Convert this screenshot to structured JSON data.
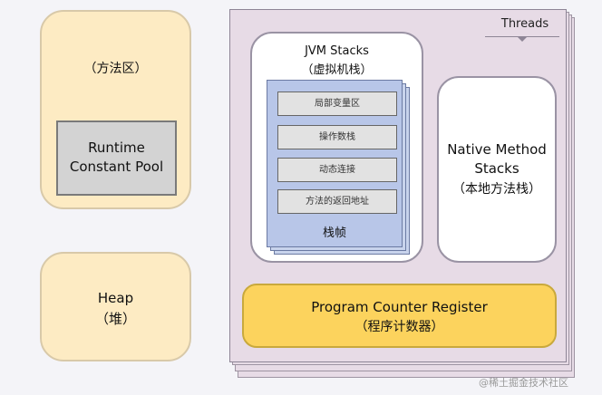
{
  "method_area": {
    "label": "（方法区）"
  },
  "runtime_constant_pool": {
    "line1": "Runtime",
    "line2": "Constant Pool"
  },
  "heap": {
    "line1": "Heap",
    "line2": "（堆）"
  },
  "threads": {
    "label": "Threads"
  },
  "jvm_stacks": {
    "line1": "JVM Stacks",
    "line2": "（虚拟机栈）"
  },
  "stack_frame": {
    "rows": [
      "局部变量区",
      "操作数栈",
      "动态连接",
      "方法的返回地址"
    ],
    "label": "栈帧"
  },
  "native_method_stacks": {
    "line1": "Native Method",
    "line2": "Stacks",
    "line3": "（本地方法栈）"
  },
  "program_counter": {
    "line1": "Program Counter Register",
    "line2": "（程序计数器）"
  },
  "watermark": {
    "text": "@稀土掘金技术社区"
  },
  "colors": {
    "method_area_fill": "#fdebc3",
    "threads_fill": "#e7dbe6",
    "frame_fill": "#b8c6e8",
    "pcr_fill": "#fcd35d"
  }
}
